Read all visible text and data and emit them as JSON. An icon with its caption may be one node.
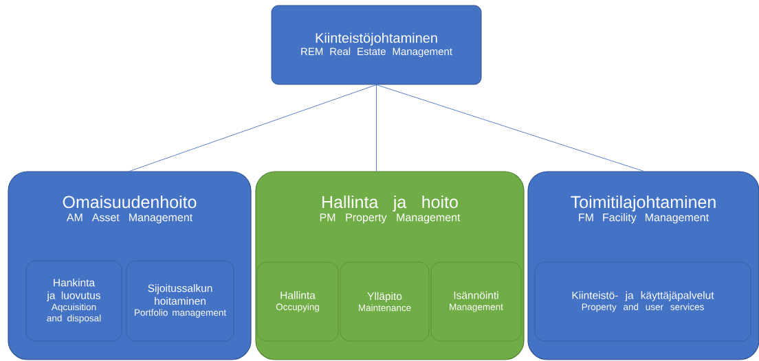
{
  "diagram": {
    "nodes": [
      {
        "text": [
          "Kiinteistöjohtaminen",
          "REM Real Estate Management"
        ]
      },
      {
        "text": [
          "Omaisuudenhoito",
          "AM Asset Management"
        ]
      },
      {
        "text": [
          "Hankinta ja luovutus",
          "Aqcuisition and disposal"
        ],
        "in": 1
      },
      {
        "text": [
          "Sijoitussalkun hoitaminen",
          "Portfolio management"
        ],
        "in": 1
      },
      {
        "text": [
          "Hallinta ja hoito",
          "PM Property Management"
        ]
      },
      {
        "text": [
          "Hallinta",
          "Occupying"
        ],
        "in": 4
      },
      {
        "text": [
          "Ylläpito",
          "Maintenance"
        ],
        "in": 4
      },
      {
        "text": [
          "Isännöinti",
          "Management"
        ],
        "in": 4
      },
      {
        "text": [
          "Toimitilajohtaminen",
          "FM Facility Management"
        ]
      },
      {
        "text": [
          "Kiinteistö- ja käyttäjäpalvelut",
          "Property and user services"
        ],
        "in": 8
      }
    ],
    "edges": [
      {
        "from": 0,
        "to": 1,
        "arrow": "none"
      },
      {
        "from": 0,
        "to": 4,
        "arrow": "none"
      },
      {
        "from": 0,
        "to": 8,
        "arrow": "none"
      }
    ]
  }
}
